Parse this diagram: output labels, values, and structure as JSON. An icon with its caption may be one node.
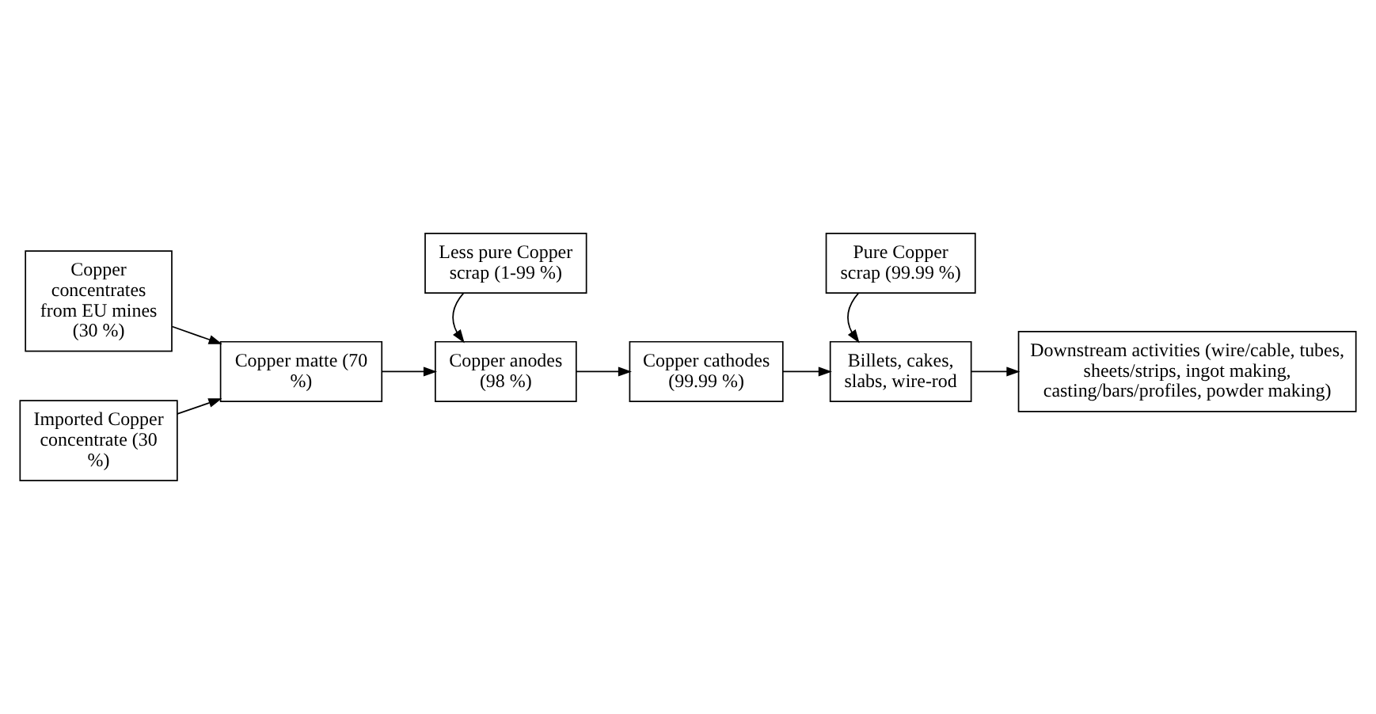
{
  "diagram": {
    "nodes": [
      {
        "text": [
          "Downstream activities (wire/cable, tubes, sheets/strips, ingot making, casting/bars/profiles, powder making)"
        ]
      },
      {
        "text": [
          "Copper concentrates from EU mines (30 %)"
        ]
      },
      {
        "text": [
          "Copper matte (70 %)"
        ]
      },
      {
        "text": [
          "Copper anodes (98 %)"
        ]
      },
      {
        "text": [
          "Copper cathodes (99.99 %)"
        ]
      },
      {
        "text": [
          "Billets, cakes, slabs, wire-rod"
        ]
      },
      {
        "text": [
          "Imported Copper concentrate (30 %)"
        ]
      },
      {
        "text": [
          "Less pure Copper scrap (1-99 %)"
        ]
      },
      {
        "text": [
          "Pure Copper scrap (99.99 %)"
        ]
      }
    ],
    "edges": [
      {
        "from": 1,
        "to": 2,
        "arrow": "to"
      },
      {
        "from": 6,
        "to": 2,
        "arrow": "to"
      },
      {
        "from": 2,
        "to": 3,
        "arrow": "to"
      },
      {
        "from": 7,
        "to": 3,
        "arrow": "to"
      },
      {
        "from": 3,
        "to": 4,
        "arrow": "to"
      },
      {
        "from": 4,
        "to": 5,
        "arrow": "to"
      },
      {
        "from": 8,
        "to": 5,
        "arrow": "to"
      },
      {
        "from": 5,
        "to": 0,
        "arrow": "to"
      }
    ]
  }
}
